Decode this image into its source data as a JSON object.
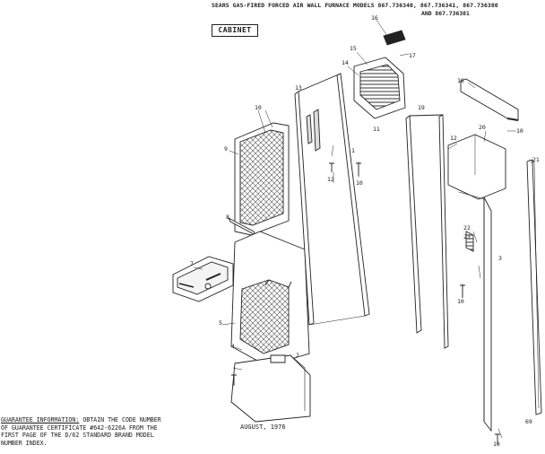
{
  "header": {
    "title": "SEARS GAS-FIRED FORCED AIR WALL FURNACE MODELS 867.736340, 867.736341, 867.736380",
    "subtitle": "AND 867.736381"
  },
  "section_label": "CABINET",
  "callouts": {
    "c1": "1",
    "c2": "2",
    "c3": "3",
    "c4": "4",
    "c5": "5",
    "c7": "7",
    "c8": "8",
    "c9": "9",
    "c10a": "10",
    "c10b": "10",
    "c10c": "10",
    "c10d": "10",
    "c10e": "10",
    "c11": "11",
    "c12a": "12",
    "c12b": "12",
    "c13": "13",
    "c14": "14",
    "c15": "15",
    "c16": "16",
    "c17": "17",
    "c18": "18",
    "c19": "19",
    "c20": "20",
    "c21": "21",
    "c22": "22",
    "c23": "23",
    "c69": "69"
  },
  "footer": {
    "date": "AUGUST, 1976",
    "guarantee": {
      "heading": "GUARANTEE INFORMATION:",
      "line1_rest": "OBTAIN THE CODE NUMBER",
      "line2": "OF GUARANTEE CERTIFICATE #642-6226A FROM THE",
      "line3": "FIRST PAGE OF THE D/62 STANDARD BRAND MODEL",
      "line4": "NUMBER INDEX."
    }
  }
}
